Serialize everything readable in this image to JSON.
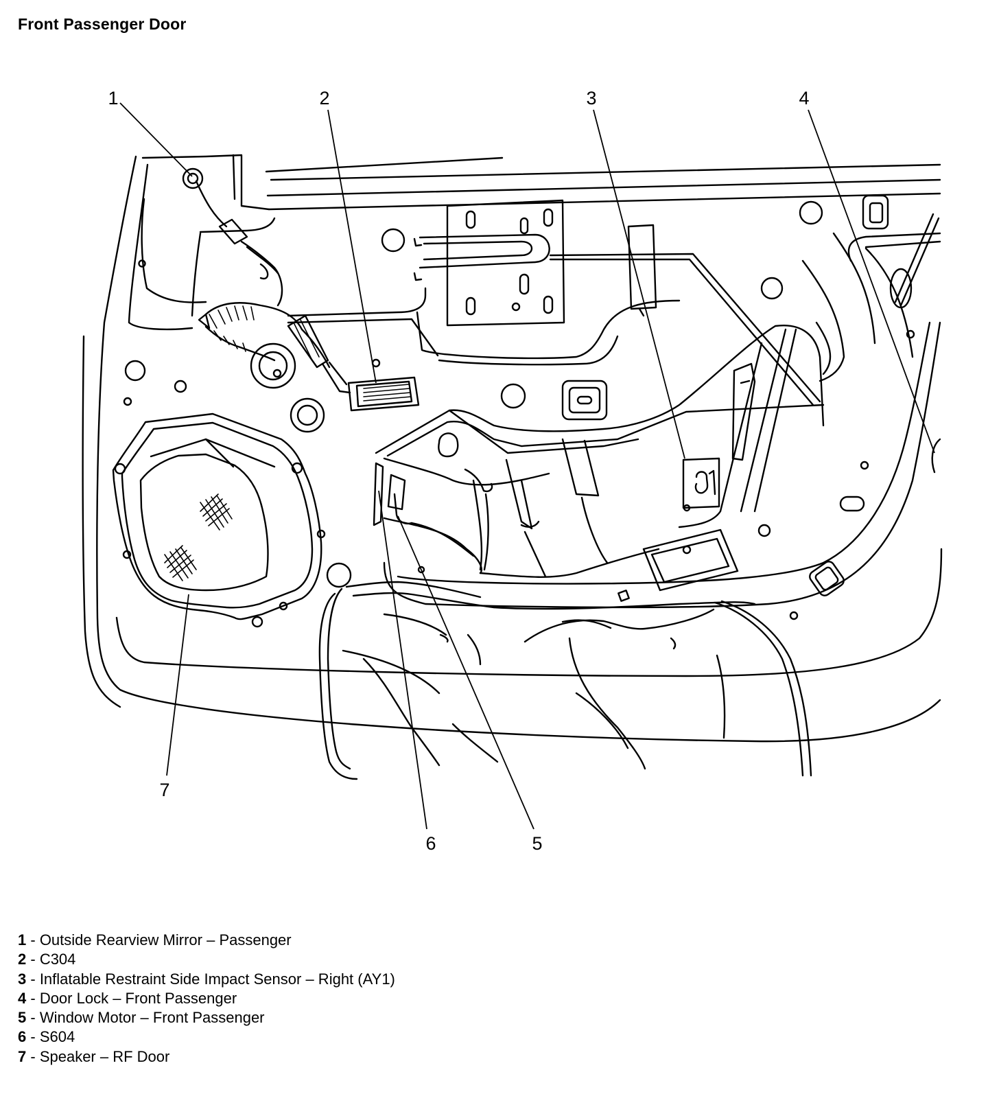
{
  "title": "Front Passenger Door",
  "callouts": [
    {
      "number": "1",
      "description": "Outside Rearview Mirror – Passenger"
    },
    {
      "number": "2",
      "description": "C304"
    },
    {
      "number": "3",
      "description": "Inflatable Restraint Side Impact Sensor – Right (AY1)"
    },
    {
      "number": "4",
      "description": "Door Lock – Front Passenger"
    },
    {
      "number": "5",
      "description": "Window Motor – Front Passenger"
    },
    {
      "number": "6",
      "description": "S604"
    },
    {
      "number": "7",
      "description": "Speaker – RF Door"
    }
  ],
  "legend_separator": " - "
}
